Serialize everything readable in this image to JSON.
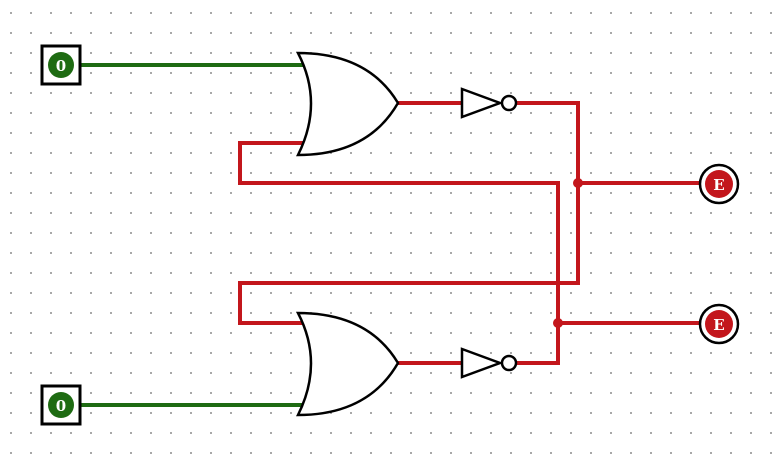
{
  "circuit": {
    "inputs": [
      {
        "value": "0"
      },
      {
        "value": "0"
      }
    ],
    "outputs": [
      {
        "value": "E"
      },
      {
        "value": "E"
      }
    ],
    "gates": [
      "or",
      "not",
      "or",
      "not"
    ],
    "colors": {
      "high": "#1e6b12",
      "low_error": "#c3161c",
      "grid_dot": "#9a9a9a",
      "gate_outline": "#000000"
    }
  }
}
